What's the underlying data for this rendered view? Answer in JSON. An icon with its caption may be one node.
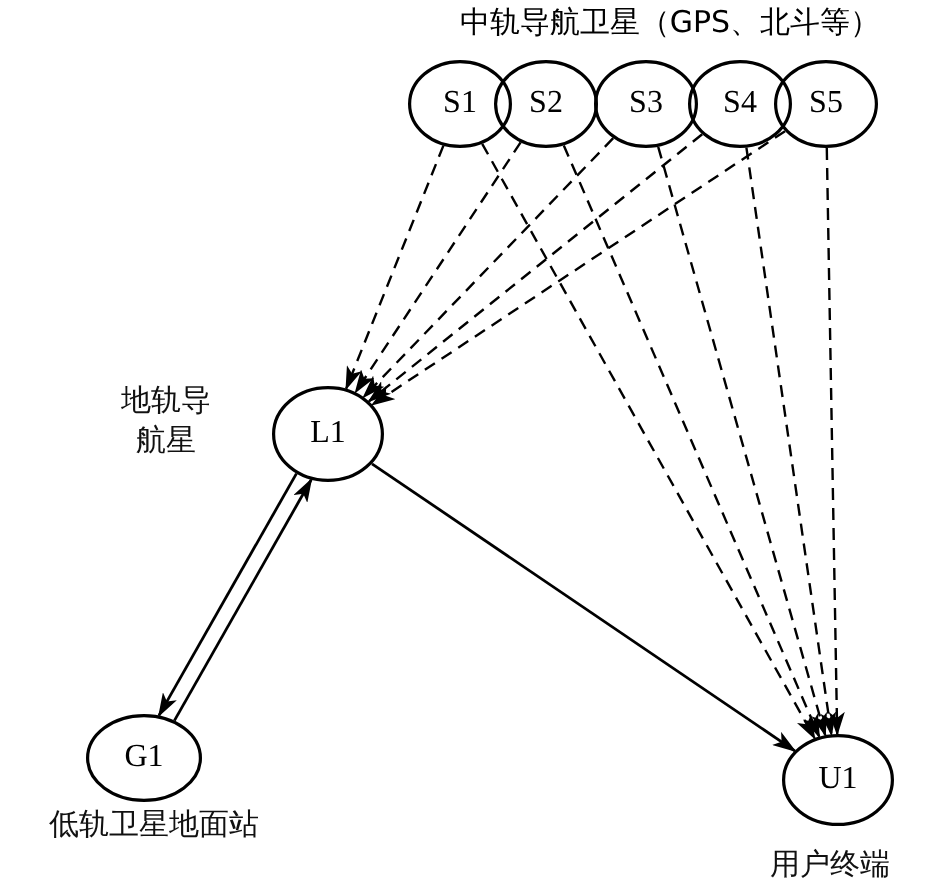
{
  "diagram": {
    "title": "中轨导航卫星（GPS、北斗等）",
    "nodes": [
      {
        "text": [
          "S1"
        ]
      },
      {
        "text": [
          "S2"
        ]
      },
      {
        "text": [
          "S3"
        ]
      },
      {
        "text": [
          "S4"
        ]
      },
      {
        "text": [
          "S5"
        ]
      },
      {
        "text": [
          "L1"
        ],
        "beside": [
          "地轨导航星"
        ]
      },
      {
        "text": [
          "G1"
        ],
        "beside": [
          "低轨卫星地面站"
        ]
      },
      {
        "text": [
          "U1"
        ],
        "beside": [
          "用户终端"
        ]
      }
    ],
    "edges": [
      {
        "from": 0,
        "to": 5,
        "arrow": "to",
        "style": "dashed"
      },
      {
        "from": 1,
        "to": 5,
        "arrow": "to",
        "style": "dashed"
      },
      {
        "from": 2,
        "to": 5,
        "arrow": "to",
        "style": "dashed"
      },
      {
        "from": 3,
        "to": 5,
        "arrow": "to",
        "style": "dashed"
      },
      {
        "from": 4,
        "to": 5,
        "arrow": "to",
        "style": "dashed"
      },
      {
        "from": 0,
        "to": 7,
        "arrow": "to",
        "style": "dashed"
      },
      {
        "from": 1,
        "to": 7,
        "arrow": "to",
        "style": "dashed"
      },
      {
        "from": 2,
        "to": 7,
        "arrow": "to",
        "style": "dashed"
      },
      {
        "from": 3,
        "to": 7,
        "arrow": "to",
        "style": "dashed"
      },
      {
        "from": 4,
        "to": 7,
        "arrow": "to",
        "style": "dashed"
      },
      {
        "from": 5,
        "to": 7,
        "arrow": "to"
      },
      {
        "from": 6,
        "to": 5,
        "arrow": "to"
      },
      {
        "from": 5,
        "to": 6,
        "arrow": "to"
      }
    ]
  }
}
